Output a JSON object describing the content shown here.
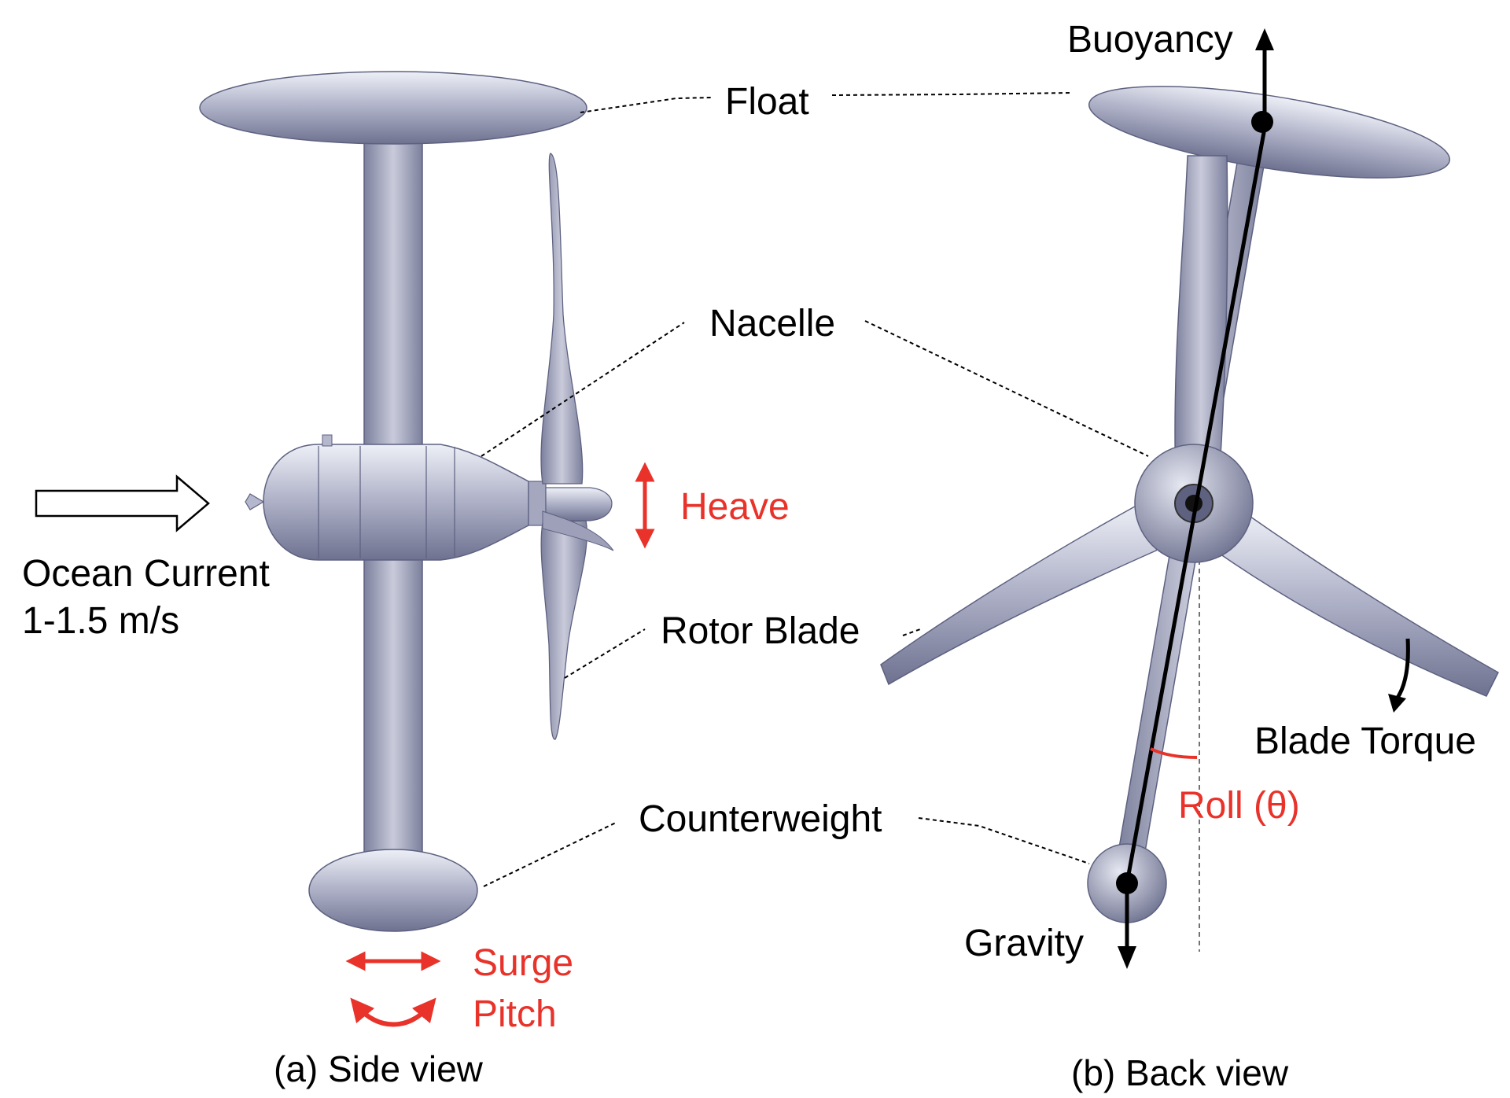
{
  "colors": {
    "metal": "#a9acc2",
    "metal_dark": "#6f7390",
    "metal_light": "#d9dbe8",
    "motion": "#e8322a",
    "ink": "#000000"
  },
  "labels": {
    "float": "Float",
    "nacelle": "Nacelle",
    "rotor_blade": "Rotor Blade",
    "counterweight": "Counterweight",
    "heave": "Heave",
    "surge": "Surge",
    "pitch": "Pitch",
    "ocean_current": "Ocean Current",
    "current_speed": "1-1.5 m/s",
    "buoyancy": "Buoyancy",
    "gravity": "Gravity",
    "blade_torque": "Blade Torque",
    "roll": "Roll (θ)"
  },
  "captions": {
    "side": "(a) Side view",
    "back": "(b) Back view"
  },
  "icons": [
    "current-arrow-icon",
    "double-arrow-icon",
    "curved-arrow-icon",
    "force-arrow-icon"
  ]
}
